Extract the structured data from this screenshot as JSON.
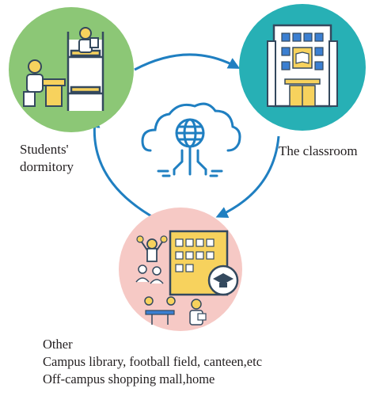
{
  "diagram": {
    "nodes": [
      {
        "id": "dormitory",
        "label_lines": [
          "Students'",
          "dormitory"
        ],
        "circle_color": "#8cc776"
      },
      {
        "id": "classroom",
        "label": "The classroom",
        "circle_color": "#27b0b5"
      },
      {
        "id": "other",
        "circle_color": "#f6c9c5"
      }
    ],
    "center_icon": "cloud-network-icon",
    "arrow_color": "#1f7fc1",
    "cycle_order": [
      "dormitory",
      "classroom",
      "other"
    ]
  },
  "caption": {
    "title": "Other",
    "lines": [
      "Campus library, football field, canteen,etc",
      "Off-campus shopping mall,home"
    ]
  }
}
